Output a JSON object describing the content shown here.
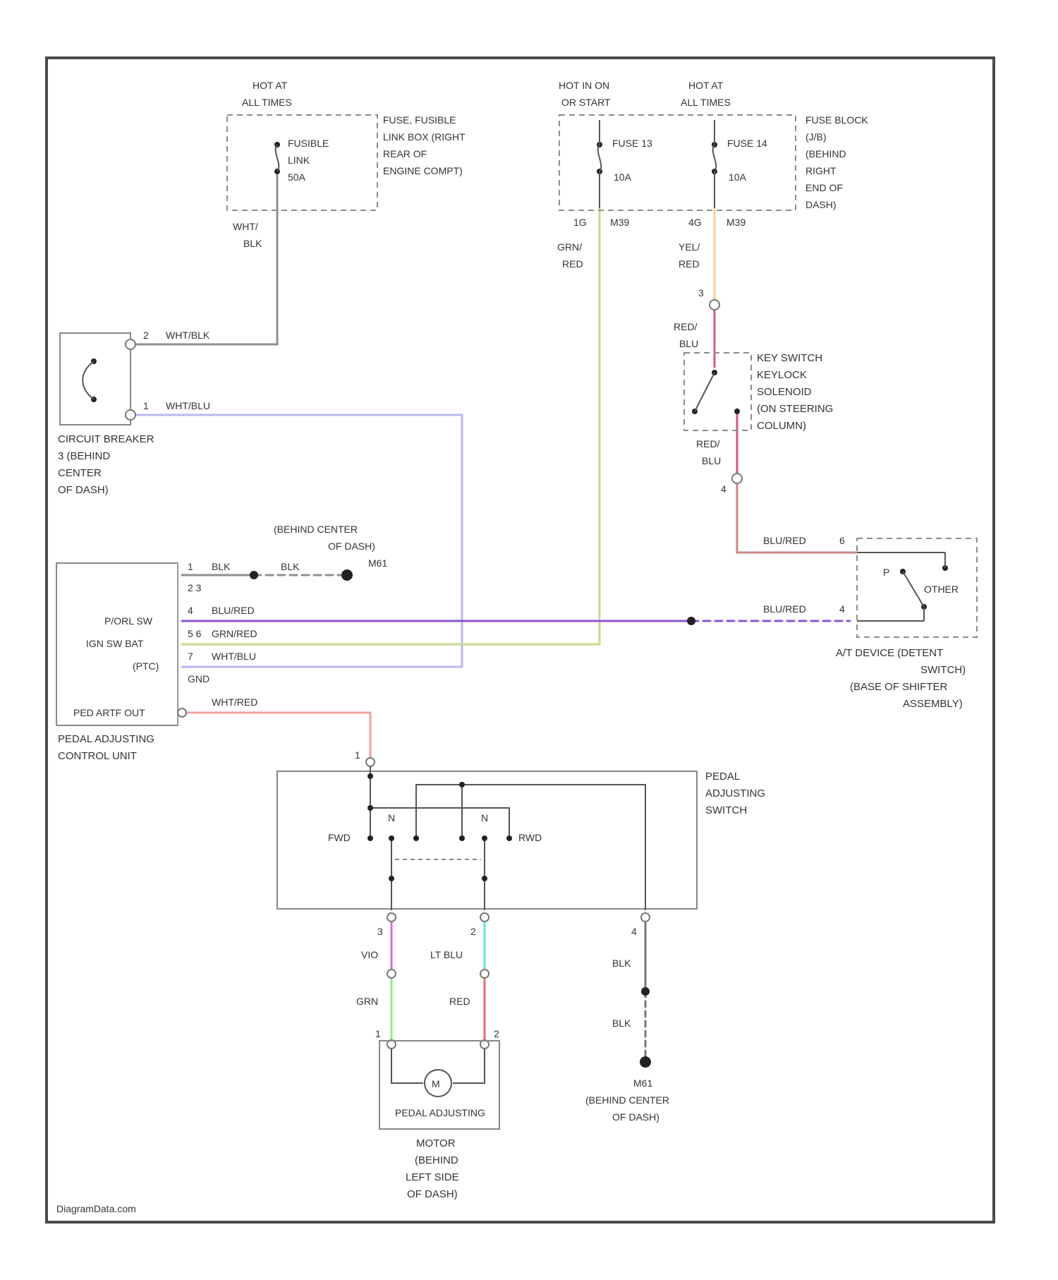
{
  "fuse_box_1": {
    "hot": [
      "HOT AT",
      "ALL TIMES"
    ],
    "fuse": [
      "FUSIBLE",
      "LINK",
      "50A"
    ],
    "location": [
      "FUSE, FUSIBLE",
      "LINK BOX (RIGHT",
      "REAR OF",
      "ENGINE COMPT)"
    ],
    "wire": [
      "WHT/",
      "BLK"
    ]
  },
  "fuse_block": {
    "hot_run": [
      "HOT IN ON",
      "OR START"
    ],
    "hot_all": [
      "HOT AT",
      "ALL TIMES"
    ],
    "fuse_13": [
      "FUSE 13",
      "10A"
    ],
    "fuse_14": [
      "FUSE 14",
      "10A"
    ],
    "location": [
      "FUSE BLOCK",
      "(J/B)",
      "(BEHIND",
      "RIGHT",
      "END OF",
      "DASH)"
    ],
    "pin_left": [
      "1G",
      "M39"
    ],
    "pin_right": [
      "4G",
      "M39"
    ],
    "wire_left": [
      "GRN/",
      "RED"
    ],
    "wire_right": [
      "YEL/",
      "RED"
    ]
  },
  "circuit_breaker": {
    "pin2": "2",
    "pin2_wire": "WHT/BLK",
    "pin1": "1",
    "pin1_wire": "WHT/BLU",
    "caption": [
      "CIRCUIT BREAKER",
      "3 (BEHIND",
      "CENTER",
      "OF DASH)"
    ]
  },
  "key_switch": {
    "pin_top": "3",
    "wire_top": [
      "RED/",
      "BLU"
    ],
    "caption": [
      "KEY SWITCH",
      "KEYLOCK",
      "SOLENOID",
      "(ON STEERING",
      "COLUMN)"
    ],
    "wire_bottom": [
      "RED/",
      "BLU"
    ],
    "pin_bottom": "4"
  },
  "ground_1": {
    "caption": [
      "(BEHIND CENTER",
      "OF DASH)",
      "M61"
    ]
  },
  "control_unit": {
    "pins": [
      {
        "num": "1",
        "wire": "BLK"
      },
      {
        "num": "2 3",
        "wire": ""
      },
      {
        "num": "4",
        "wire": "BLU/RED"
      },
      {
        "num": "5 6",
        "wire": "GRN/RED"
      },
      {
        "num": "7",
        "wire": "WHT/BLU"
      },
      {
        "num": "",
        "wire": "GND"
      }
    ],
    "ground_wire": "BLK",
    "inner": [
      "P/ORL SW",
      "IGN SW BAT",
      "(PTC)",
      "PED ARTF OUT"
    ],
    "out_wire": "WHT/RED",
    "caption": [
      "PEDAL ADJUSTING",
      "CONTROL UNIT"
    ]
  },
  "detent_switch": {
    "top_wire": "BLU/RED",
    "top_pin": "6",
    "bottom_wire": "BLU/RED",
    "bottom_pin": "4",
    "pos_p": "P",
    "pos_other": "OTHER",
    "caption": [
      "A/T DEVICE (DETENT",
      "SWITCH)",
      "(BASE OF SHIFTER",
      "ASSEMBLY)"
    ]
  },
  "adjusting_switch": {
    "pin_in": "1",
    "fwd": "FWD",
    "rwd": "RWD",
    "sw_left": "N",
    "sw_right": "N",
    "caption": [
      "PEDAL",
      "ADJUSTING",
      "SWITCH"
    ]
  },
  "motor_wires": {
    "pin_left": "3",
    "pin_right": "2",
    "pin_ground": "4",
    "vio": "VIO",
    "ltblu": "LT BLU",
    "grn": "GRN",
    "red": "RED",
    "blk1": "BLK",
    "blk2": "BLK",
    "motor_pin_left": "1",
    "motor_pin_right": "2"
  },
  "motor": {
    "symbol": "M",
    "inner": "PEDAL ADJUSTING",
    "caption": [
      "MOTOR",
      "(BEHIND",
      "LEFT SIDE",
      "OF DASH)"
    ]
  },
  "ground_2": {
    "caption": [
      "M61",
      "(BEHIND CENTER",
      "OF DASH)"
    ]
  },
  "footer": "DiagramData.com",
  "wire_colors": {
    "gray": "#8f8f8f",
    "green_red": "#c5d98a",
    "yellow_red": "#f6d28a",
    "red_blu": "#d9558f",
    "red_blu_dark": "#c98a8a",
    "wht_blu": "#b8b8f0",
    "blu_red": "#8a55d9",
    "wht_red": "#f2a0a0",
    "vio": "#e066e0",
    "lt_blu": "#66e6e6",
    "grn": "#88ee88",
    "red": "#ee6b6b"
  }
}
